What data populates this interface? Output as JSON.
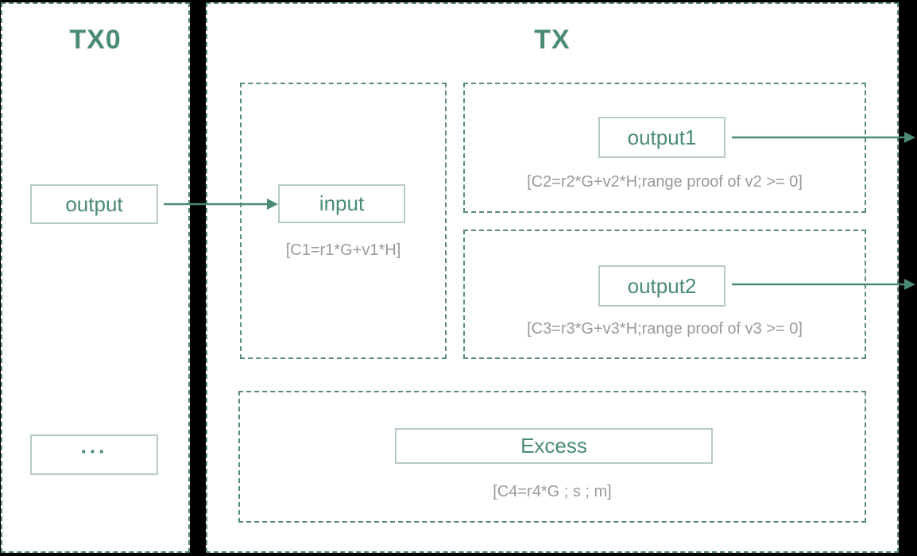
{
  "colors": {
    "background": "#000000",
    "panel_fill": "#ffffff",
    "dashed_border": "#578c7b",
    "solid_border": "#b7cbc1",
    "teal_text": "#4a8a76",
    "gray_text": "#9a9a9a",
    "arrow": "#4a8a76"
  },
  "tx0": {
    "title": "TX0",
    "output": {
      "label": "output"
    },
    "more": {
      "label": "..."
    }
  },
  "tx": {
    "title": "TX",
    "input": {
      "label": "input",
      "caption": "[C1=r1*G+v1*H]"
    },
    "output1": {
      "label": "output1",
      "caption": "[C2=r2*G+v2*H;range proof of v2 >= 0]"
    },
    "output2": {
      "label": "output2",
      "caption": "[C3=r3*G+v3*H;range proof of v3 >= 0]"
    },
    "excess": {
      "label": "Excess",
      "caption": "[C4=r4*G ; s ; m]"
    }
  },
  "connections": [
    {
      "from": "tx0-output",
      "to": "tx-input"
    },
    {
      "from": "tx-output1",
      "to": "external-right"
    },
    {
      "from": "tx-output2",
      "to": "external-right"
    }
  ]
}
